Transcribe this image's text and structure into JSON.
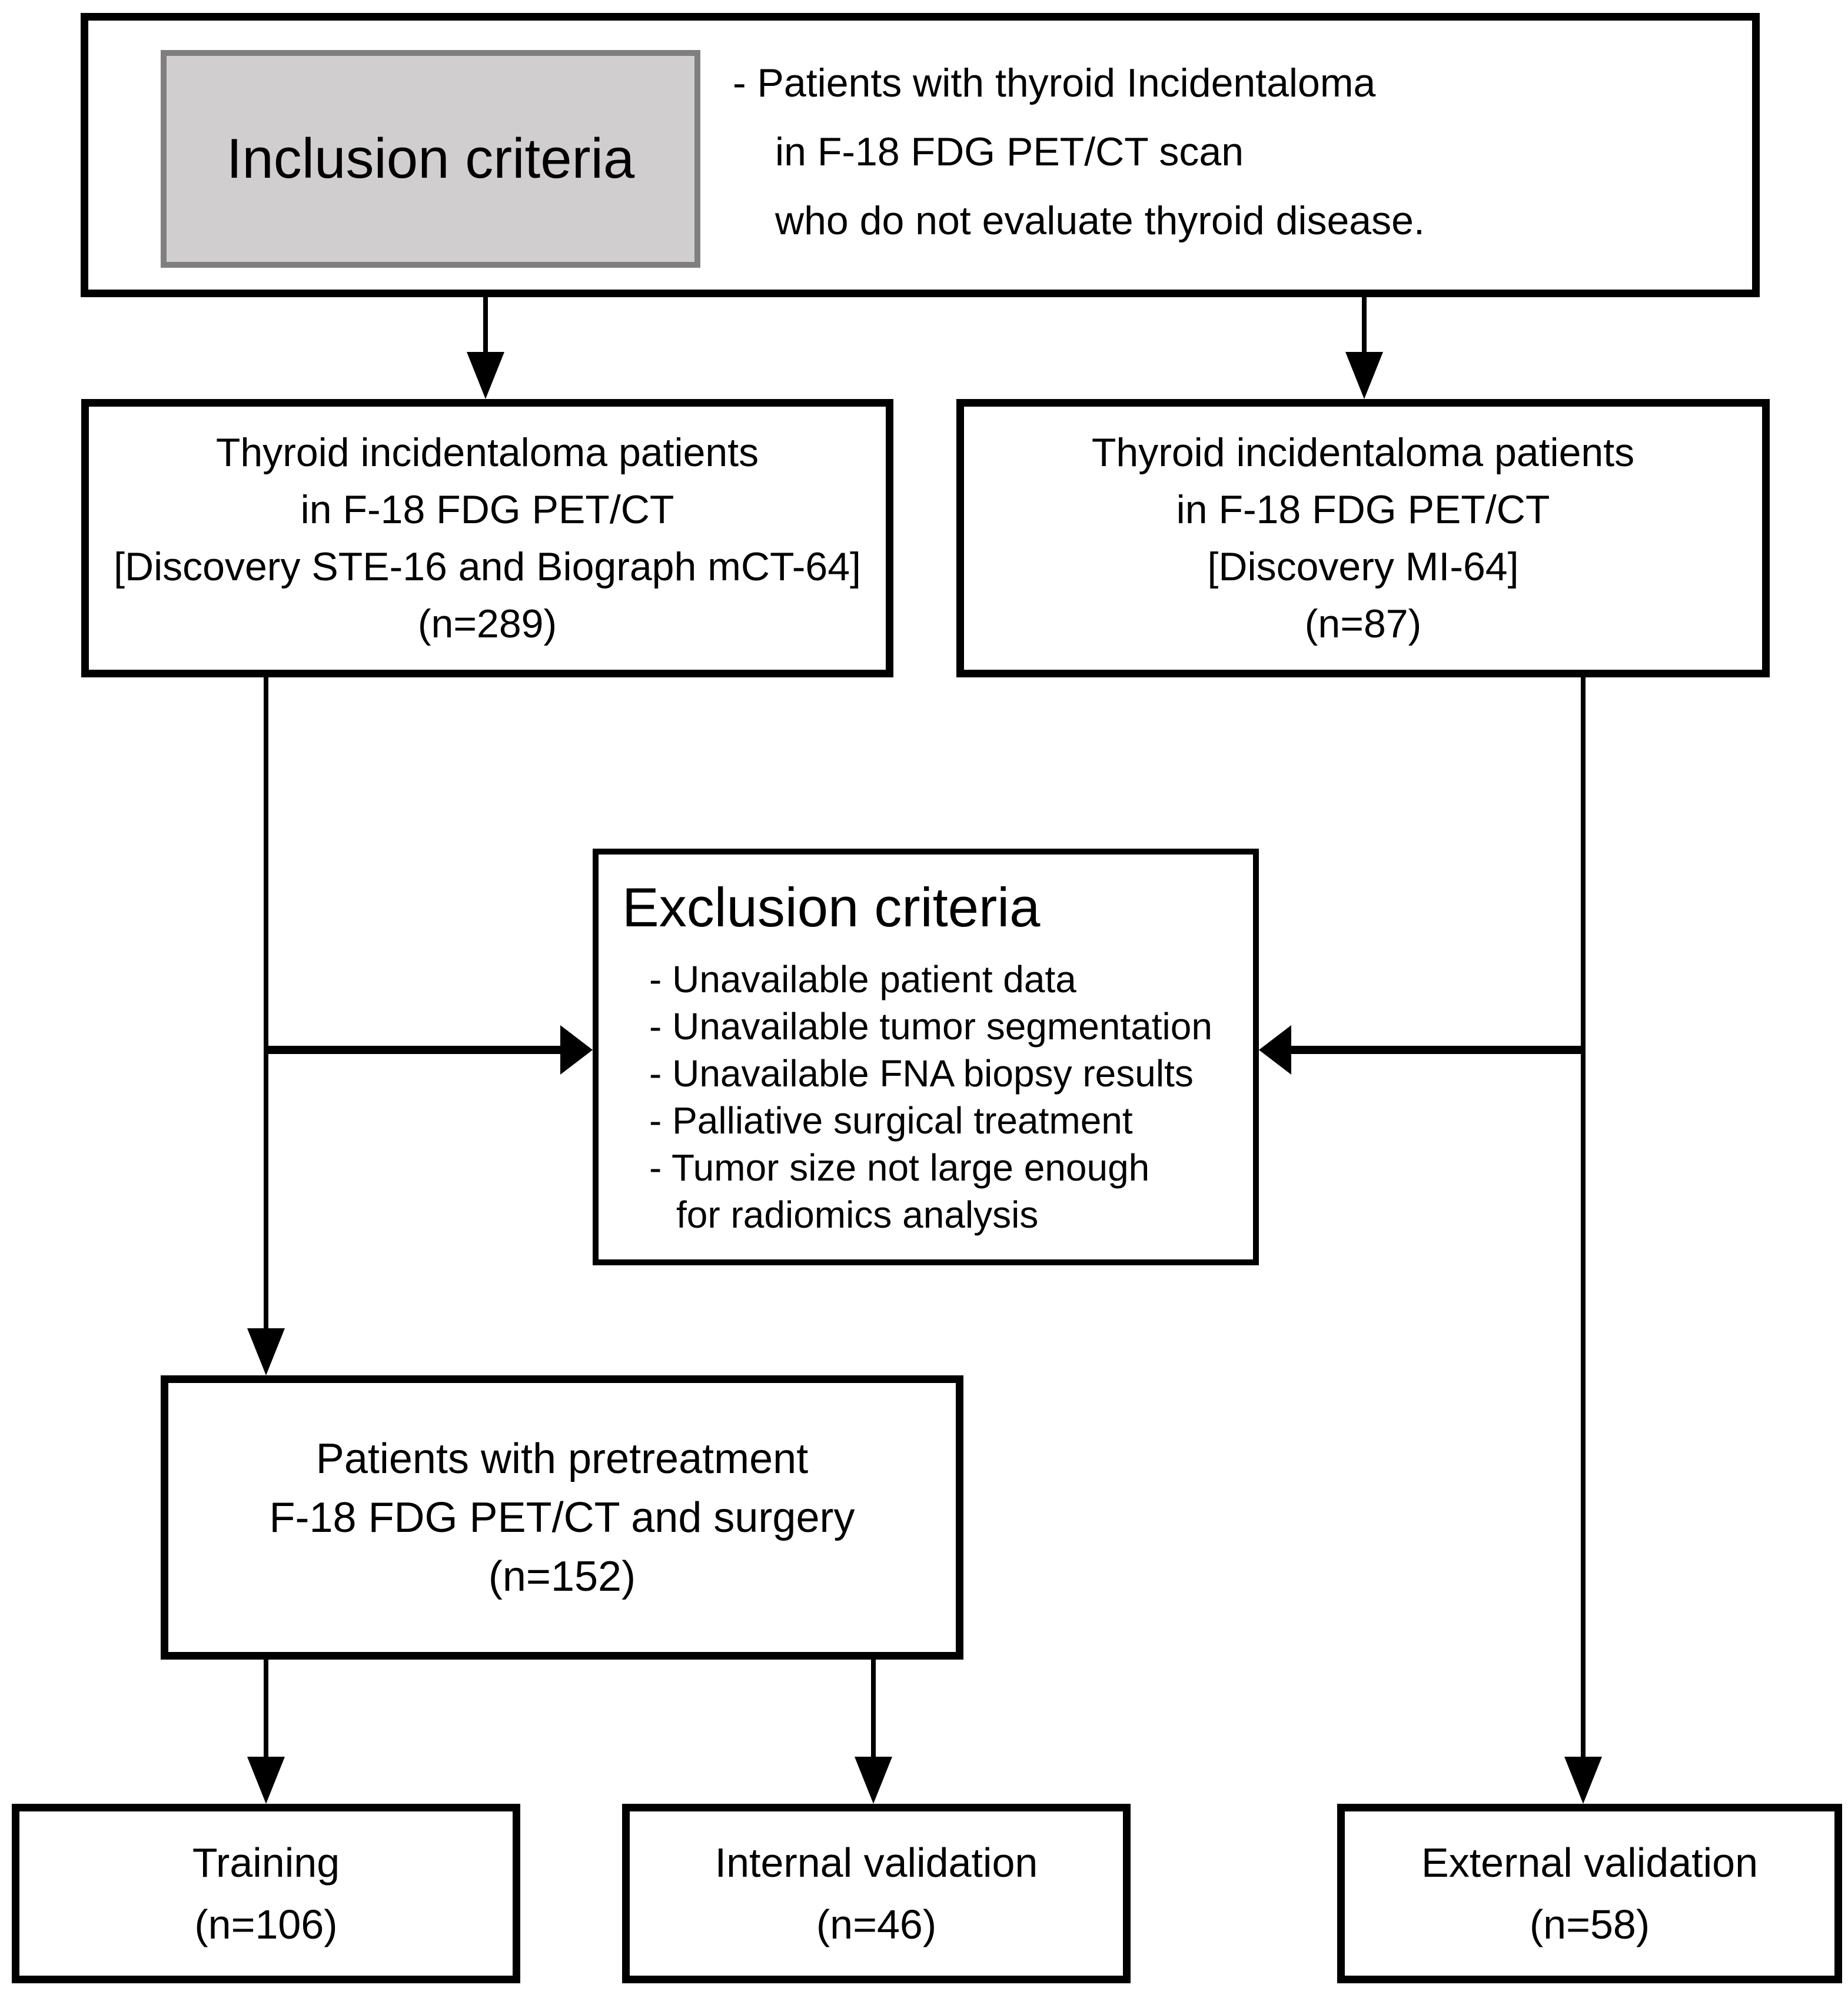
{
  "figure": {
    "colors": {
      "background": "#ffffff",
      "line": "#000000",
      "inclusion_fill": "#d0cece",
      "inclusion_border": "#7f7f7f"
    },
    "inclusion_box": {
      "label": "Inclusion criteria",
      "notes": [
        "- Patients with thyroid Incidentaloma",
        "in F-18 FDG PET/CT scan",
        "who do not evaluate thyroid disease."
      ]
    },
    "cohort_primary": {
      "lines": [
        "Thyroid incidentaloma patients",
        "in F-18 FDG PET/CT",
        "[Discovery STE-16 and Biograph mCT-64]",
        "(n=289)"
      ]
    },
    "cohort_external": {
      "lines": [
        "Thyroid incidentaloma patients",
        "in F-18 FDG PET/CT",
        "[Discovery MI-64]",
        "(n=87)"
      ]
    },
    "exclusion_box": {
      "title": "Exclusion criteria",
      "items": [
        "- Unavailable patient data",
        "- Unavailable tumor segmentation",
        "- Unavailable FNA biopsy results",
        "- Palliative surgical treatment",
        "- Tumor size not large enough",
        "for radiomics analysis"
      ]
    },
    "pretreatment_box": {
      "lines": [
        "Patients with pretreatment",
        "F-18 FDG PET/CT and surgery",
        "(n=152)"
      ]
    },
    "training_box": {
      "lines": [
        "Training",
        "(n=106)"
      ]
    },
    "internal_validation_box": {
      "lines": [
        "Internal validation",
        "(n=46)"
      ]
    },
    "external_validation_box": {
      "lines": [
        "External validation",
        "(n=58)"
      ]
    }
  }
}
